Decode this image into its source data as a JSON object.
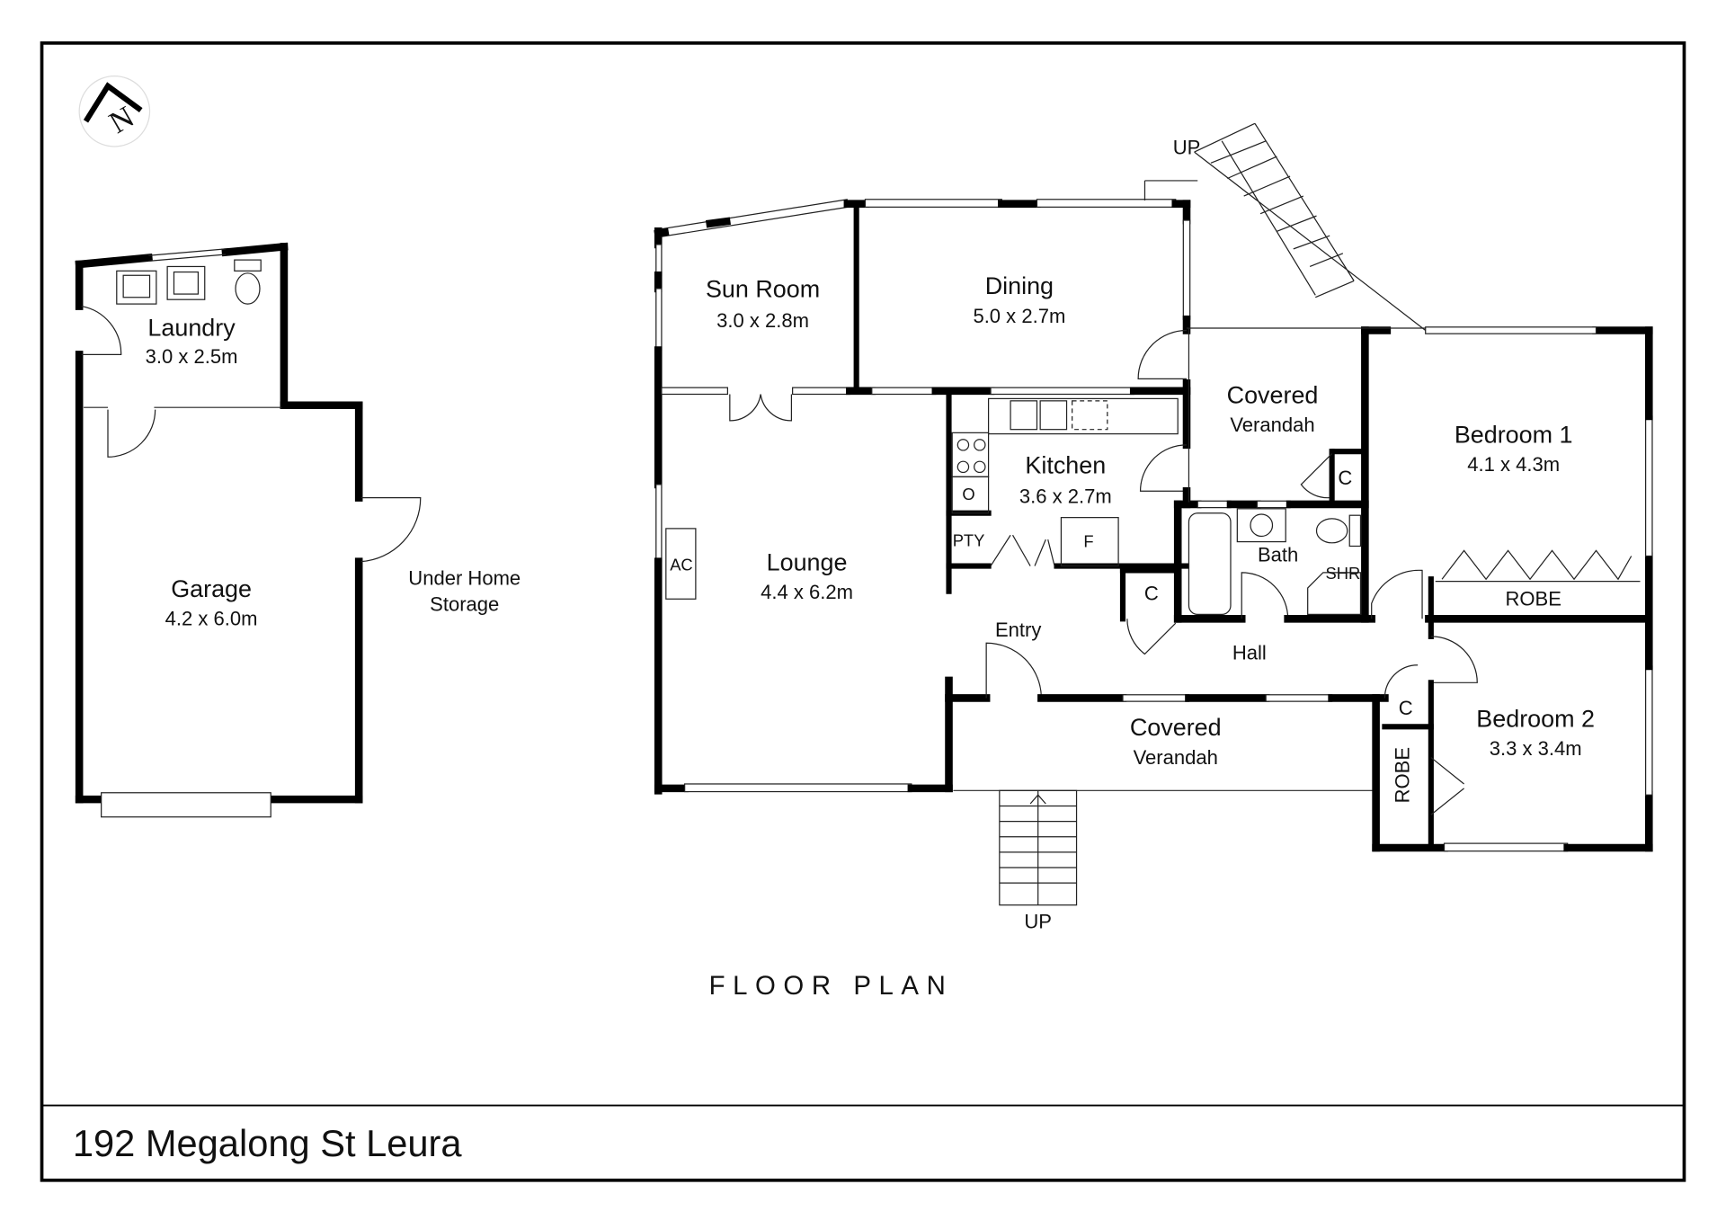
{
  "plan": {
    "title": "FLOOR PLAN",
    "address": "192 Megalong St Leura",
    "compass_letter": "N",
    "rooms": {
      "laundry": {
        "name": "Laundry",
        "size": "3.0 x 2.5m"
      },
      "garage": {
        "name": "Garage",
        "size": "4.2 x 6.0m"
      },
      "under_home": {
        "line1": "Under Home",
        "line2": "Storage"
      },
      "sun_room": {
        "name": "Sun Room",
        "size": "3.0 x 2.8m"
      },
      "dining": {
        "name": "Dining",
        "size": "5.0 x 2.7m"
      },
      "kitchen": {
        "name": "Kitchen",
        "size": "3.6 x 2.7m"
      },
      "lounge": {
        "name": "Lounge",
        "size": "4.4 x 6.2m"
      },
      "rear_verandah": {
        "line1": "Covered",
        "line2": "Verandah"
      },
      "front_verandah": {
        "line1": "Covered",
        "line2": "Verandah"
      },
      "bedroom1": {
        "name": "Bedroom 1",
        "size": "4.1 x 4.3m"
      },
      "bedroom2": {
        "name": "Bedroom 2",
        "size": "3.3 x 3.4m"
      },
      "bath": {
        "name": "Bath"
      },
      "hall": {
        "name": "Hall"
      },
      "entry": {
        "name": "Entry"
      }
    },
    "labels": {
      "up_rear": "UP",
      "up_front": "UP",
      "shower": "SHR",
      "pantry": "PTY",
      "fridge": "F",
      "oven": "O",
      "aircon": "AC",
      "cupboard_hall": "C",
      "cupboard_verandah": "C",
      "cupboard_bed2": "C",
      "robe_bed1": "ROBE",
      "robe_bed2": "ROBE"
    }
  }
}
